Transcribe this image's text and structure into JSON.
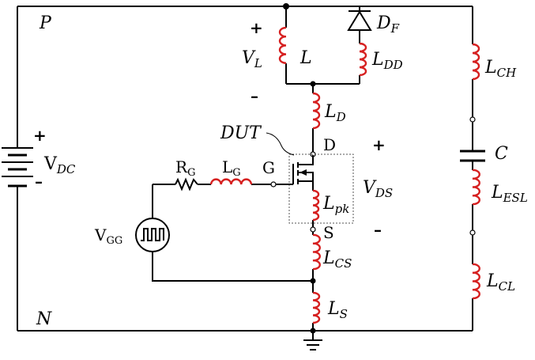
{
  "nodes": {
    "p": "P",
    "n": "N",
    "drain": "D",
    "source": "S",
    "gate": "G",
    "dut": "DUT"
  },
  "sources": {
    "vdc": {
      "name": "V",
      "sub": "DC",
      "plus": "+",
      "minus": "–"
    },
    "vgg": {
      "name": "V",
      "sub": "GG"
    }
  },
  "inductor_voltage": {
    "name": "V",
    "sub": "L",
    "plus": "+",
    "minus": "–"
  },
  "device_voltage": {
    "name": "V",
    "sub": "DS",
    "plus": "+",
    "minus": "–"
  },
  "components": {
    "load_inductor": {
      "name": "L",
      "sub": ""
    },
    "diode": {
      "name": "D",
      "sub": "F"
    },
    "diode_inductance": {
      "name": "L",
      "sub": "DD"
    },
    "drain_inductance": {
      "name": "L",
      "sub": "D"
    },
    "package_inductance": {
      "name": "L",
      "sub": "pk"
    },
    "common_source_inductance": {
      "name": "L",
      "sub": "CS"
    },
    "source_inductance": {
      "name": "L",
      "sub": "S"
    },
    "gate_resistor": {
      "name": "R",
      "sub": "G"
    },
    "gate_inductance": {
      "name": "L",
      "sub": "G"
    },
    "capacitor_upper_inductance": {
      "name": "L",
      "sub": "CH"
    },
    "capacitor": {
      "name": "C",
      "sub": ""
    },
    "capacitor_esl": {
      "name": "L",
      "sub": "ESL"
    },
    "capacitor_lower_inductance": {
      "name": "L",
      "sub": "CL"
    }
  },
  "colors": {
    "wire": "#000000",
    "inductor": "#d62020",
    "dut_box": "#555555"
  }
}
